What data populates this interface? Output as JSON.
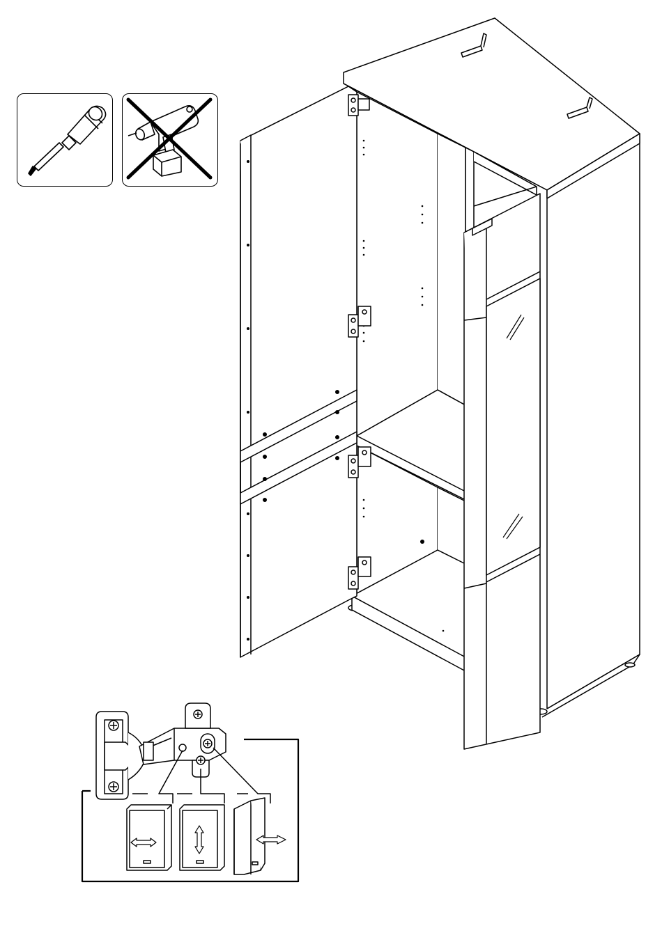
{
  "colors": {
    "line": "#000000",
    "background": "#ffffff",
    "glass_hatch": "#000000"
  },
  "icons": {
    "allowed_tool": "screwdriver-icon",
    "forbidden_tool": "cordless-drill-icon",
    "forbidden_mark": "cross-out-icon",
    "adjust_side": "horizontal-arrow-icon",
    "adjust_height": "vertical-arrow-icon",
    "adjust_depth": "depth-arrow-icon"
  },
  "hinge_adjustments": [
    "side",
    "height",
    "depth"
  ]
}
